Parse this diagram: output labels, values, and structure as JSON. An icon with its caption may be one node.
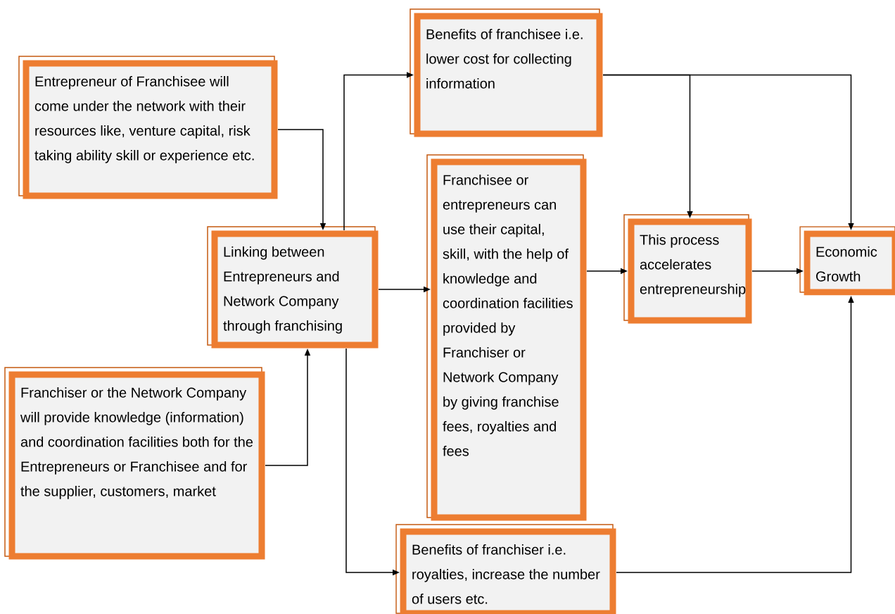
{
  "diagram": {
    "nodes": [
      {
        "text": [
          "Entrepreneur of Franchisee will come under the network with their resources like, venture capital, risk taking ability skill or experience etc."
        ]
      },
      {
        "text": [
          "Linking between Entrepreneurs and Network Company through franchising"
        ]
      },
      {
        "text": [
          "Franchiser or the Network Company will provide knowledge (information) and coordination facilities both for the Entrepreneurs or Franchisee and for the supplier, customers, market"
        ]
      },
      {
        "text": [
          "Benefits of franchisee i.e. lower cost for collecting information"
        ]
      },
      {
        "text": [
          "Franchisee or entrepreneurs can use their capital, skill, with the help of knowledge and coordination facilities provided by Franchiser or Network Company by giving franchise fees, royalties and fees"
        ]
      },
      {
        "text": [
          "Benefits of franchiser i.e. royalties, increase the number of users etc."
        ]
      },
      {
        "text": [
          "This process accelerates entrepreneurship"
        ]
      },
      {
        "text": [
          "Economic Growth"
        ]
      }
    ],
    "edges": [
      {
        "from": 0,
        "to": 1,
        "arrow": "to"
      },
      {
        "from": 2,
        "to": 1,
        "arrow": "to"
      },
      {
        "from": 1,
        "to": 3,
        "arrow": "to"
      },
      {
        "from": 1,
        "to": 4,
        "arrow": "to"
      },
      {
        "from": 1,
        "to": 5,
        "arrow": "to"
      },
      {
        "from": 3,
        "to": 6,
        "arrow": "to"
      },
      {
        "from": 3,
        "to": 7,
        "arrow": "to"
      },
      {
        "from": 4,
        "to": 6,
        "arrow": "to"
      },
      {
        "from": 6,
        "to": 7,
        "arrow": "to"
      },
      {
        "from": 5,
        "to": 7,
        "arrow": "to"
      }
    ]
  }
}
